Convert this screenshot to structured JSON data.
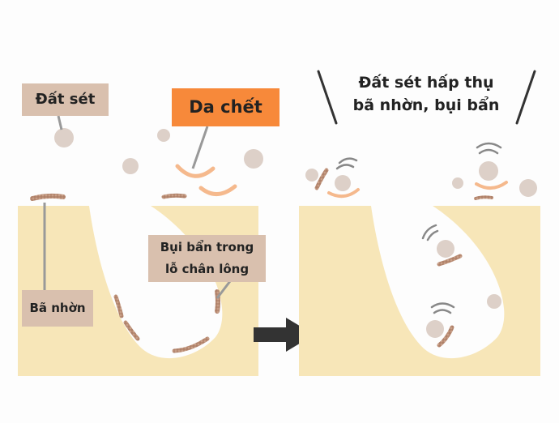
{
  "labels": {
    "clay": "Đất sét",
    "dead_skin": "Da chết",
    "dirt_in_pores_line1": "Bụi bẩn trong",
    "dirt_in_pores_line2": "lỗ chân lông",
    "sebum": "Bã nhờn"
  },
  "result_title": {
    "line1": "Đất sét hấp thụ",
    "line2": "bã nhờn, bụi bẩn"
  },
  "colors": {
    "skin": "#f7e6b8",
    "clay_particle": "#ddd0c8",
    "label_bg": "#d9c0ae",
    "dead_skin_label_bg": "#f7893a",
    "dead_skin_flake": "#f5b98d",
    "sebum": "#b98b72",
    "leader_line": "#999999",
    "arrow": "#333333"
  },
  "icons": {
    "arrow": "right-arrow-icon",
    "absorb": "absorption-wave-icon"
  }
}
